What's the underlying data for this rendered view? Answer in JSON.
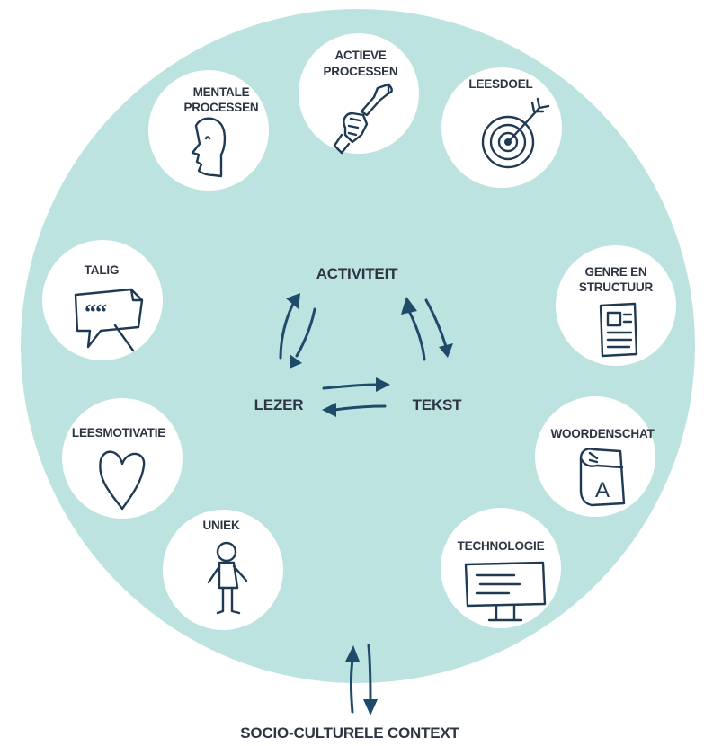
{
  "colors": {
    "ring": "#bde3e1",
    "node": "#ffffff",
    "ink": "#1f3a52",
    "arrow": "#1f4a6a",
    "text": "#2d3542"
  },
  "core": {
    "top": "ACTIVITEIT",
    "left": "LEZER",
    "right": "TEKST"
  },
  "context": "SOCIO-CULTURELE CONTEXT",
  "nodes": {
    "mentale": {
      "line1": "MENTALE",
      "line2": "PROCESSEN",
      "icon": "head-icon"
    },
    "actieve": {
      "line1": "ACTIEVE",
      "line2": "PROCESSEN",
      "icon": "wrench-hand-icon"
    },
    "leesdoel": {
      "line1": "LEESDOEL",
      "icon": "target-icon"
    },
    "talig": {
      "line1": "TALIG",
      "icon": "speech-bubble-icon"
    },
    "genre": {
      "line1": "GENRE EN",
      "line2": "STRUCTUUR",
      "icon": "document-icon"
    },
    "leesmotivatie": {
      "line1": "LEESMOTIVATIE",
      "icon": "heart-icon"
    },
    "woordenschat": {
      "line1": "WOORDENSCHAT",
      "icon": "book-icon"
    },
    "uniek": {
      "line1": "UNIEK",
      "icon": "person-icon"
    },
    "technologie": {
      "line1": "TECHNOLOGIE",
      "icon": "monitor-icon"
    }
  }
}
